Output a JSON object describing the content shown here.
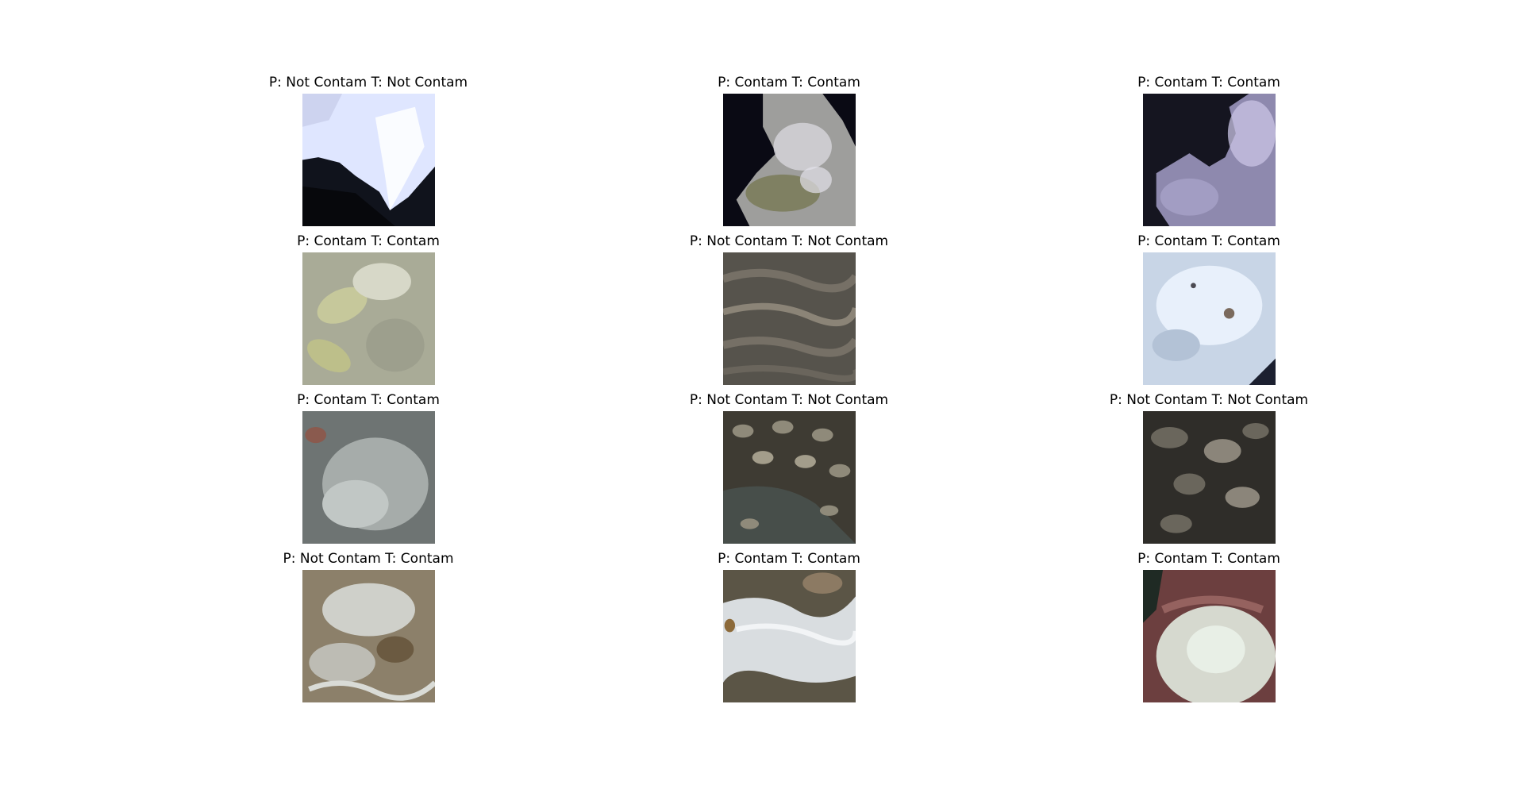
{
  "panels": [
    {
      "caption": "P: Not Contam T: Not Contam",
      "colors": {
        "bg": "#10131c",
        "main": "#dfe6ff",
        "accent": "#ffffff"
      }
    },
    {
      "caption": "P: Contam T: Contam",
      "colors": {
        "bg": "#0a0a14",
        "main": "#b9b8c0",
        "accent": "#6f7044"
      }
    },
    {
      "caption": "P: Contam T: Contam",
      "colors": {
        "bg": "#151520",
        "main": "#a7a2c8",
        "accent": "#c9c4e4"
      }
    },
    {
      "caption": "P: Contam T: Contam",
      "colors": {
        "bg": "#a9ab97",
        "main": "#c6c89b",
        "accent": "#d7d8c8"
      }
    },
    {
      "caption": "P: Not Contam T: Not Contam",
      "colors": {
        "bg": "#56534c",
        "main": "#767066",
        "accent": "#8b8477"
      }
    },
    {
      "caption": "P: Contam T: Contam",
      "colors": {
        "bg": "#c8d5e6",
        "main": "#e8f0fb",
        "accent": "#7a6a5d"
      }
    },
    {
      "caption": "P: Contam T: Contam",
      "colors": {
        "bg": "#6e7473",
        "main": "#a6acaa",
        "accent": "#8a5a4e"
      }
    },
    {
      "caption": "P: Not Contam T: Not Contam",
      "colors": {
        "bg": "#3e3b33",
        "main": "#8f8a7a",
        "accent": "#4e5c5a"
      }
    },
    {
      "caption": "P: Not Contam T: Not Contam",
      "colors": {
        "bg": "#2f2d29",
        "main": "#6a665c",
        "accent": "#8b857a"
      }
    },
    {
      "caption": "P: Not Contam T: Contam",
      "colors": {
        "bg": "#8c806a",
        "main": "#cfd0ca",
        "accent": "#6b5a41"
      }
    },
    {
      "caption": "P: Contam T: Contam",
      "colors": {
        "bg": "#5b5546",
        "main": "#d9dde0",
        "accent": "#8c7a63"
      }
    },
    {
      "caption": "P: Contam T: Contam",
      "colors": {
        "bg": "#6c3f3f",
        "main": "#d6d9cf",
        "accent": "#e8efe6"
      }
    }
  ]
}
